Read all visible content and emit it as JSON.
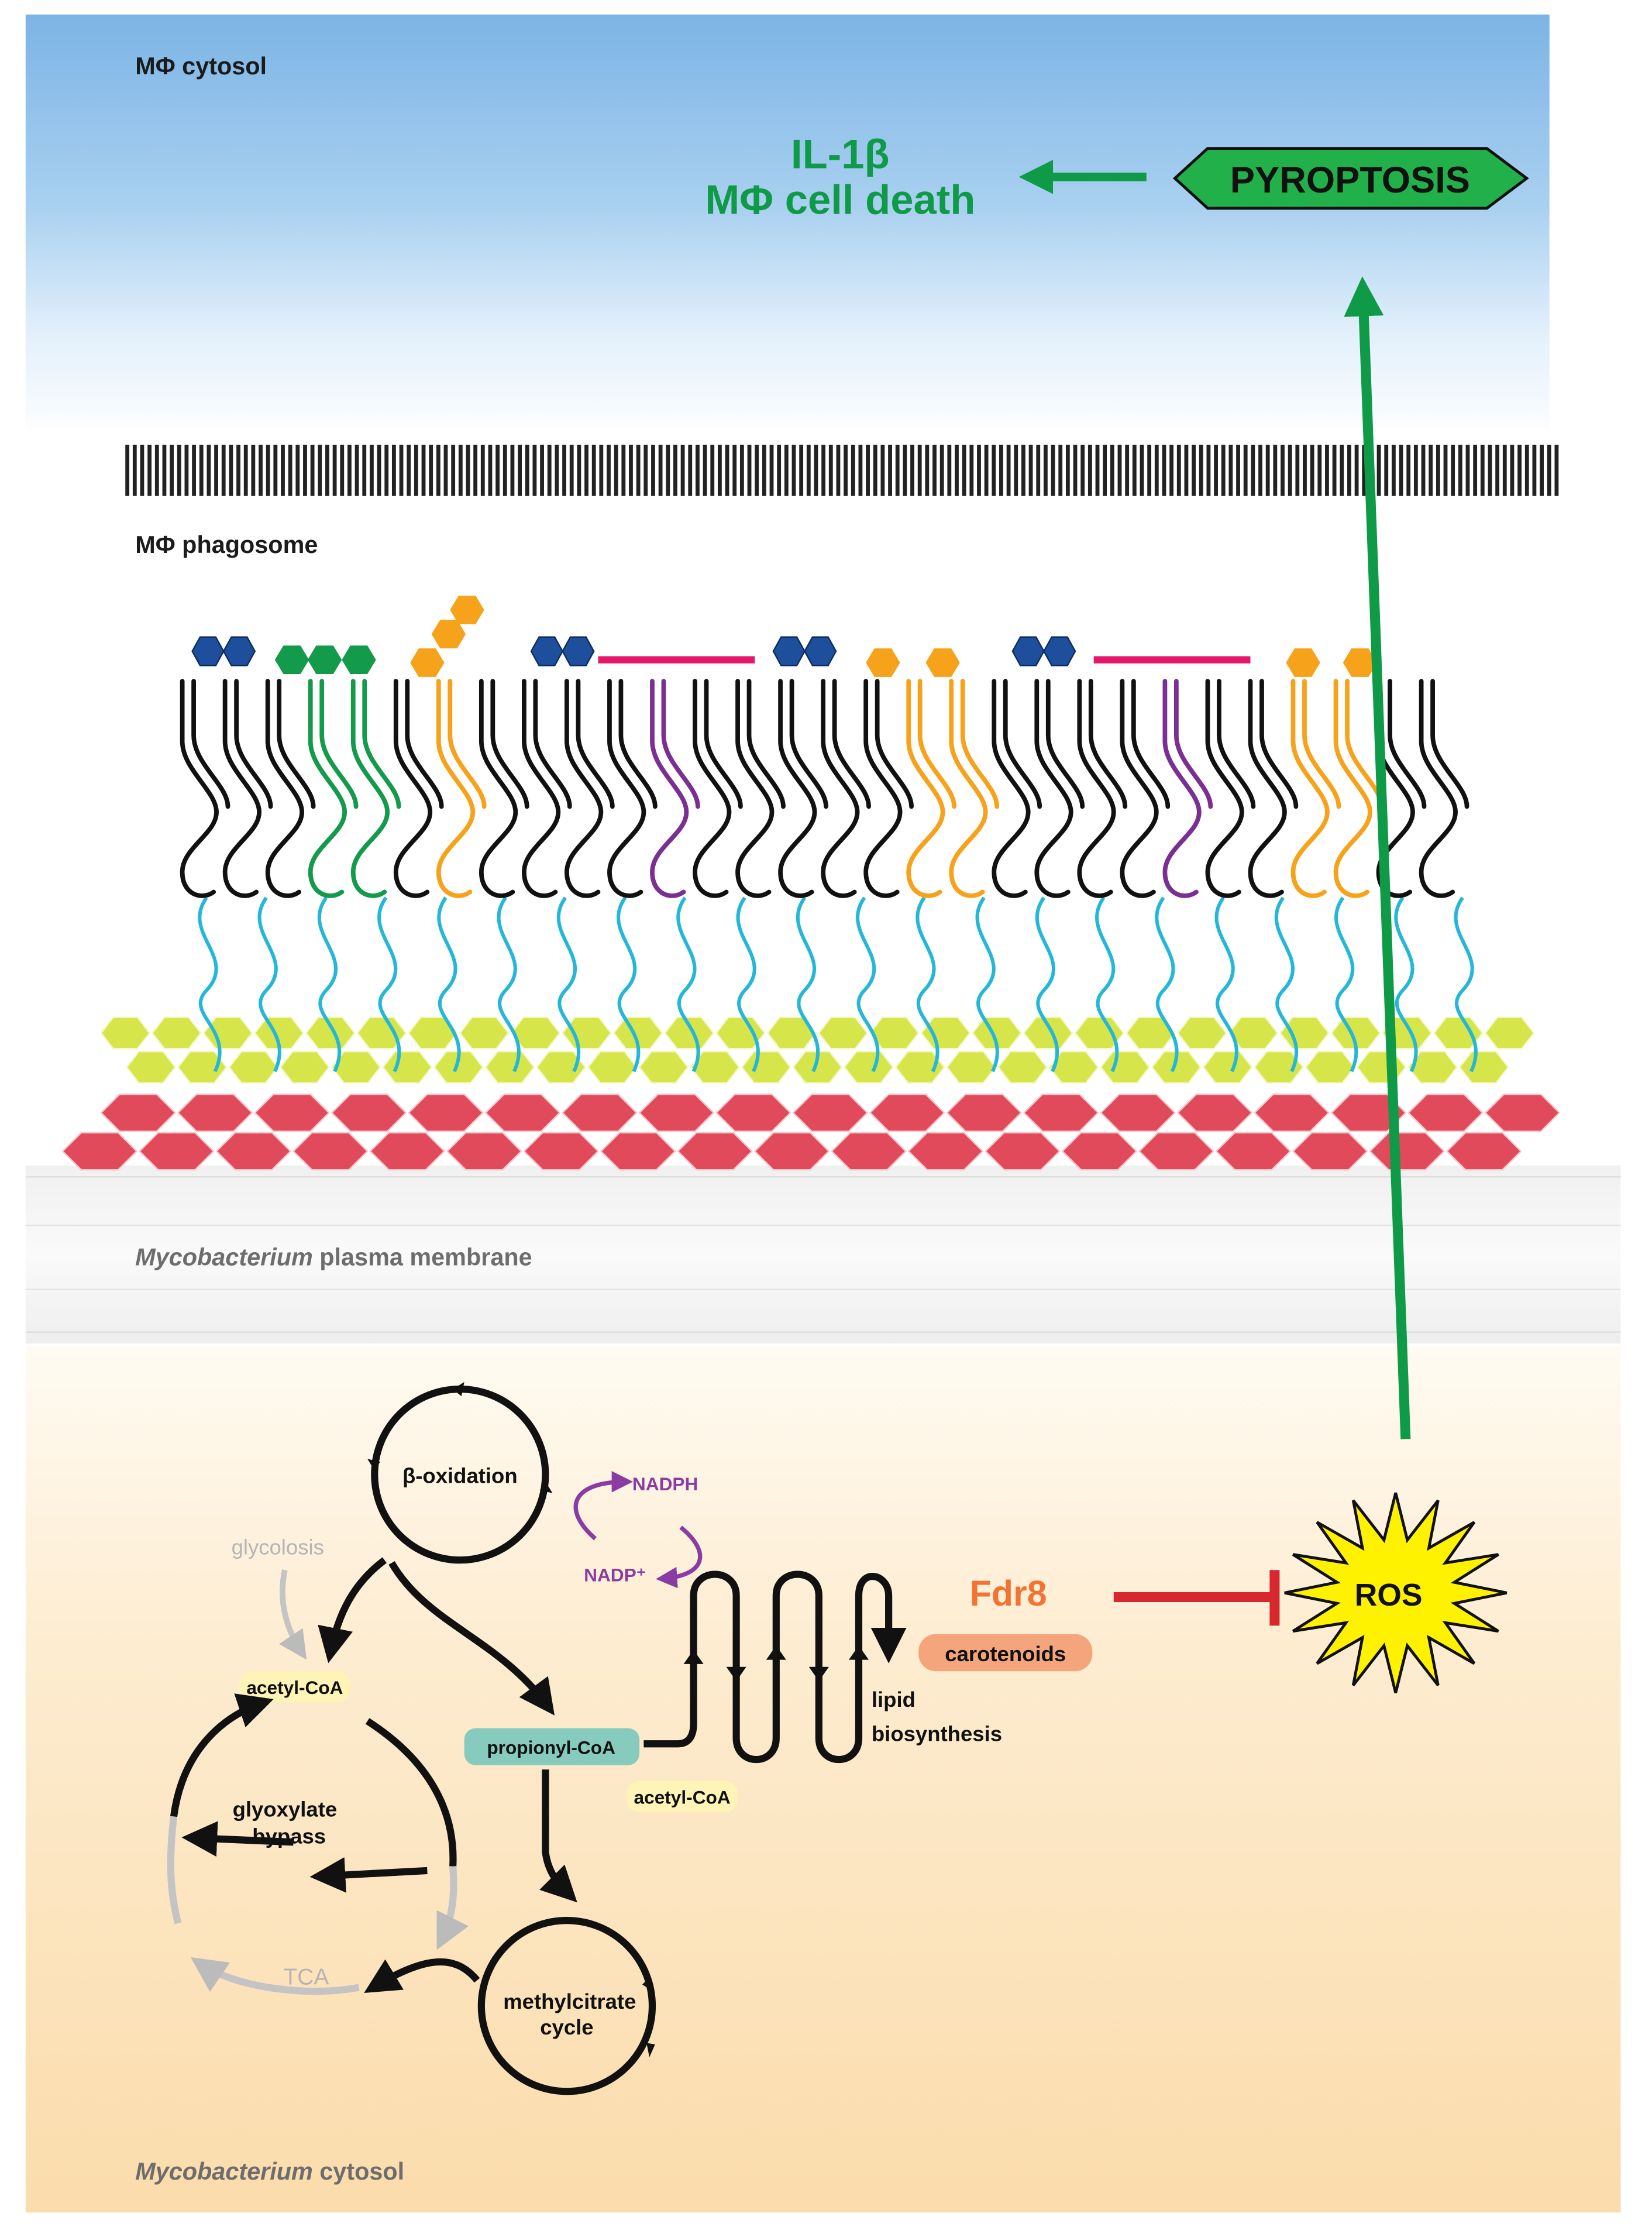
{
  "regions": {
    "macrophage_cytosol": "MΦ cytosol",
    "macrophage_phagosome": "MΦ phagosome",
    "plasma_membrane_italic": "Mycobacterium",
    "plasma_membrane_rest": "plasma membrane",
    "bacterial_cytosol_italic": "Mycobacterium",
    "bacterial_cytosol_rest": "cytosol"
  },
  "outcomes": {
    "il1b": "IL-1β",
    "cell_death": "MΦ cell death",
    "pyroptosis": "PYROPTOSIS"
  },
  "metabolism": {
    "beta_oxidation": "β-oxidation",
    "nadph": "NADPH",
    "nadp": "NADP⁺",
    "glycolosis": "glycolosis",
    "acetyl_coa_1": "acetyl-CoA",
    "acetyl_coa_2": "acetyl-CoA",
    "propionyl_coa": "propionyl-CoA",
    "glyoxylate_1": "glyoxylate",
    "glyoxylate_2": "bypass",
    "tca": "TCA",
    "methylcitrate_1": "methylcitrate",
    "methylcitrate_2": "cycle",
    "lipid_1": "lipid",
    "lipid_2": "biosynthesis"
  },
  "defense": {
    "fdr8": "Fdr8",
    "carotenoids": "carotenoids",
    "ros": "ROS"
  },
  "colors": {
    "cytosol_blue": "#7fb6e6",
    "host_green": "#0f9a48",
    "pyroptosis_fill": "#22b04a",
    "inhibition_red": "#d7282f",
    "fdr8_orange": "#f37335",
    "carotenoid_fill": "#f4a57c",
    "ros_yellow": "#fff200",
    "arabinogalactan": "#d6e64a",
    "peptidoglycan": "#e04a5a",
    "lipid_orange": "#f7a21b",
    "sugar_blue": "#1d4f9c",
    "mannose_green": "#139a4b",
    "linker_cyan": "#25b7d8",
    "trehalose_pink": "#e3176b",
    "methyl_purple": "#7b2f92",
    "nadph_purple": "#8b3ca3",
    "propionyl_teal": "#86cbbd",
    "acetyl_yellow": "#fff4b8"
  }
}
